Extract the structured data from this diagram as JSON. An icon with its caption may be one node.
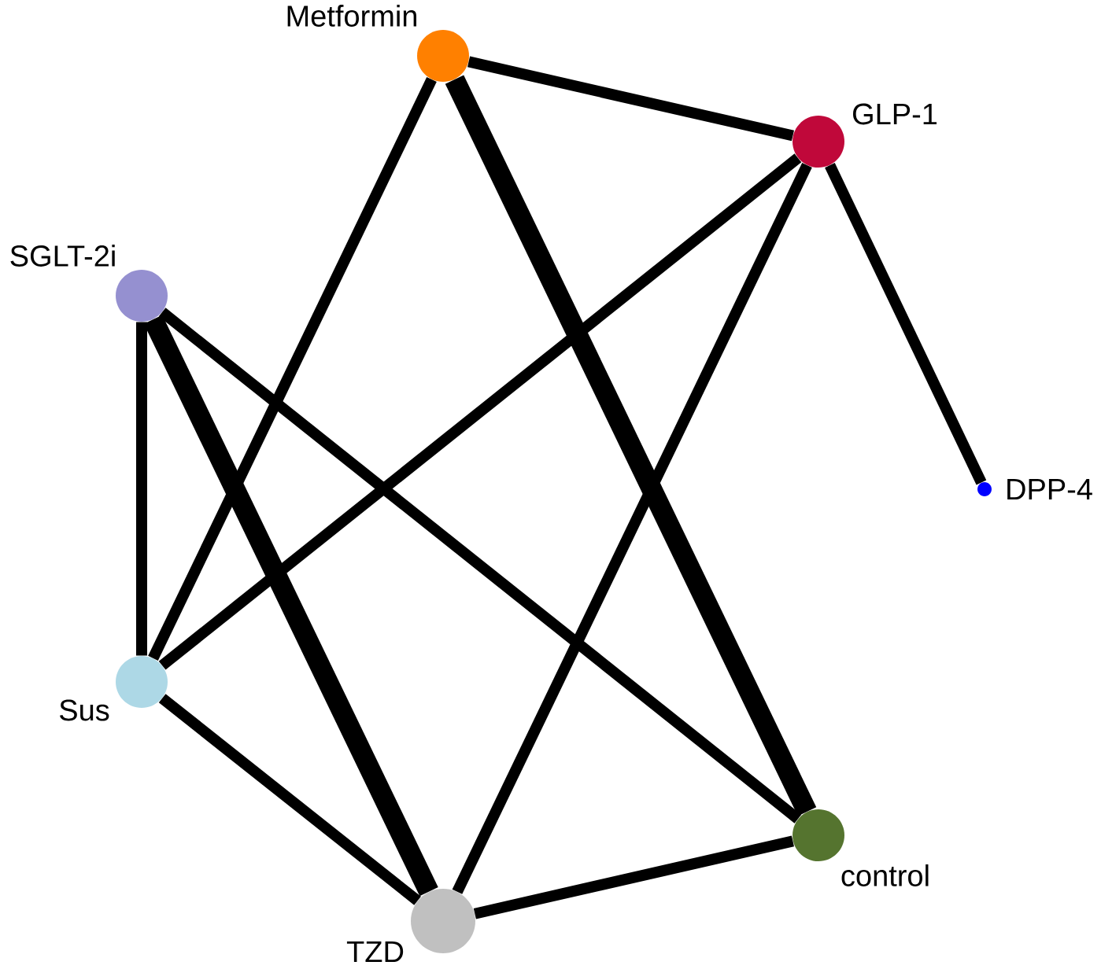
{
  "diagram": {
    "nodes": [
      {
        "text": [
          "Metformin"
        ]
      },
      {
        "text": [
          "GLP-1"
        ]
      },
      {
        "text": [
          "SGLT-2i"
        ]
      },
      {
        "text": [
          "DPP-4"
        ]
      },
      {
        "text": [
          "Sus"
        ]
      },
      {
        "text": [
          "TZD"
        ]
      },
      {
        "text": [
          "control"
        ]
      }
    ],
    "edges": [
      {
        "from": 0,
        "to": 1,
        "arrow": "none"
      },
      {
        "from": 0,
        "to": 4,
        "arrow": "none"
      },
      {
        "from": 0,
        "to": 6,
        "arrow": "none",
        "style": "thick"
      },
      {
        "from": 1,
        "to": 4,
        "arrow": "none"
      },
      {
        "from": 1,
        "to": 5,
        "arrow": "none"
      },
      {
        "from": 1,
        "to": 3,
        "arrow": "none"
      },
      {
        "from": 2,
        "to": 4,
        "arrow": "none"
      },
      {
        "from": 2,
        "to": 5,
        "arrow": "none",
        "style": "thick"
      },
      {
        "from": 2,
        "to": 6,
        "arrow": "none"
      },
      {
        "from": 4,
        "to": 5,
        "arrow": "none"
      },
      {
        "from": 5,
        "to": 6,
        "arrow": "none"
      }
    ]
  }
}
